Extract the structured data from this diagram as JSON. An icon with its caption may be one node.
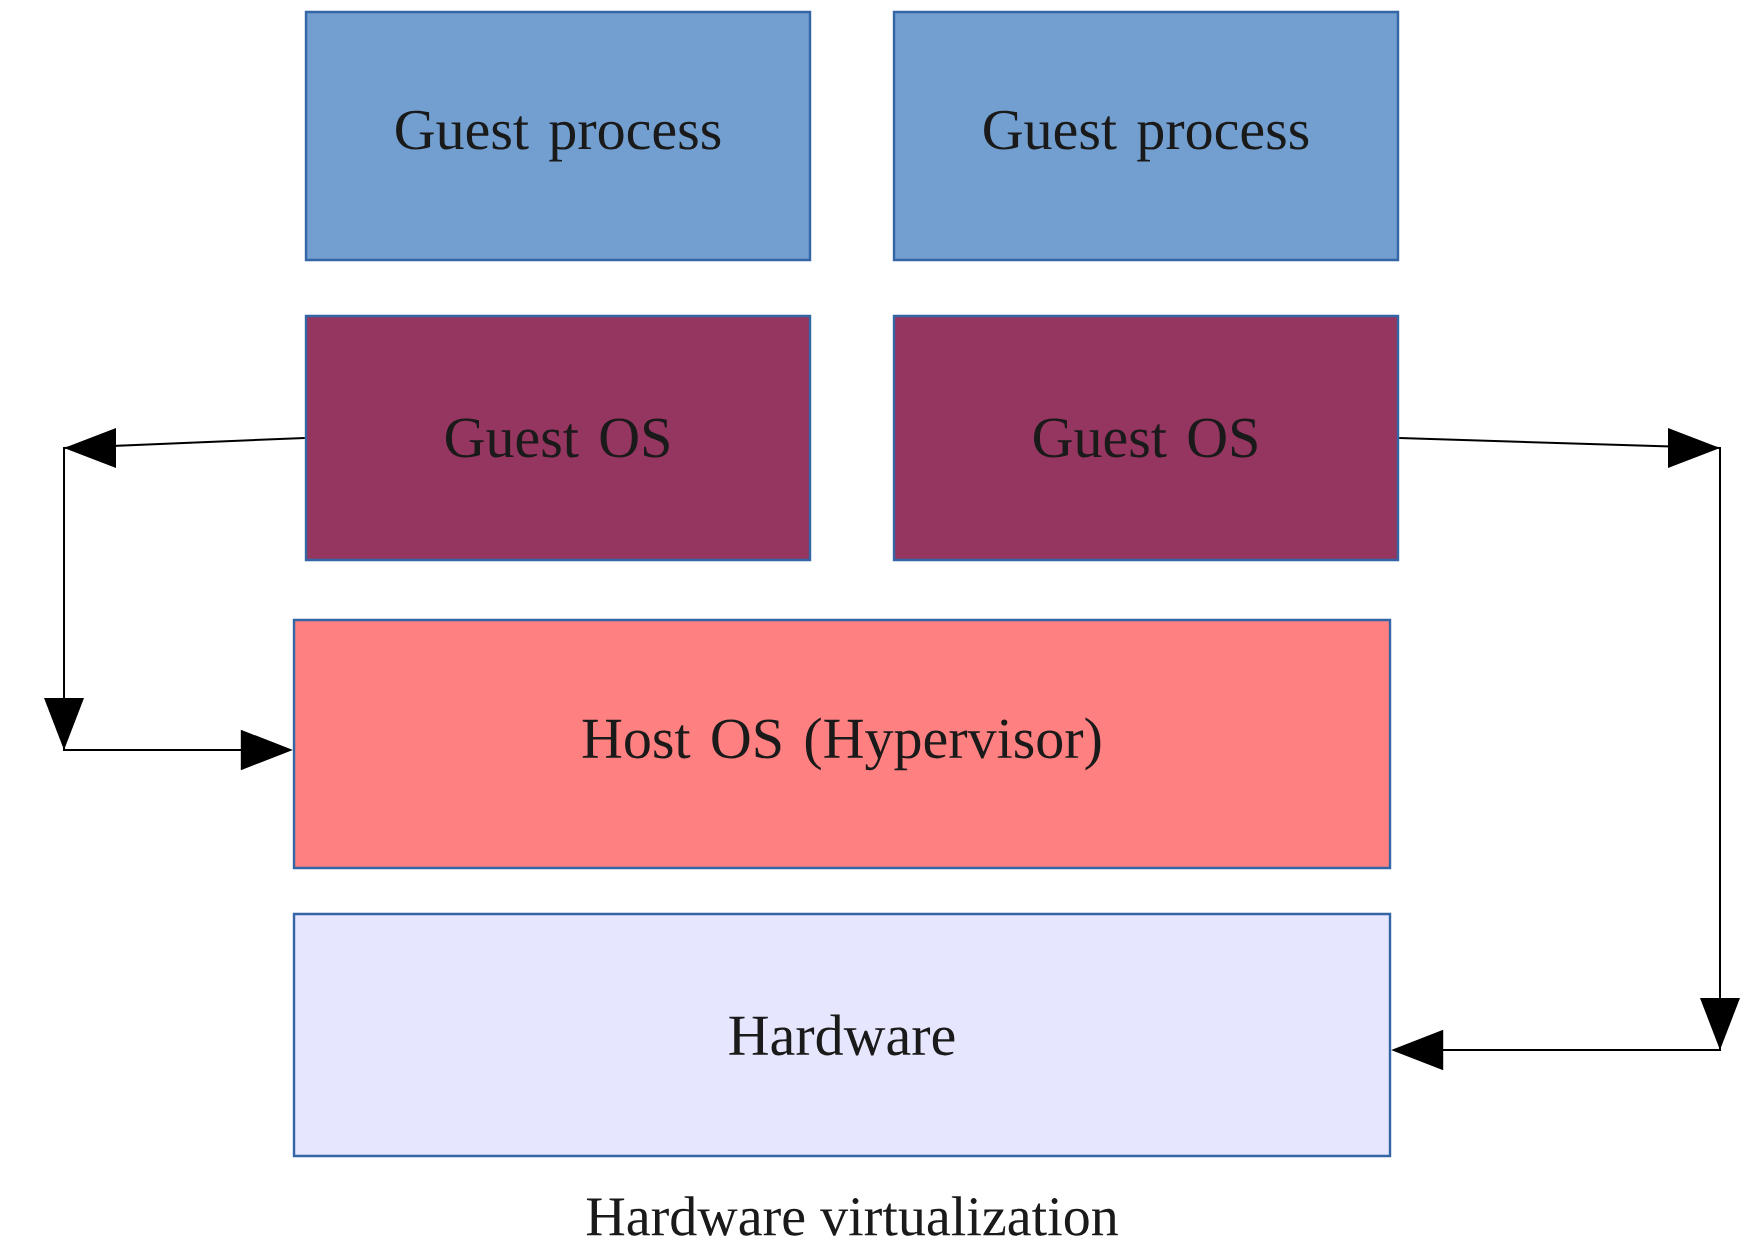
{
  "diagram": {
    "caption": "Hardware virtualization",
    "nodes": [
      {
        "text": [
          "Guest process"
        ]
      },
      {
        "text": [
          "Guest process"
        ]
      },
      {
        "text": [
          "Guest OS"
        ]
      },
      {
        "text": [
          "Guest OS"
        ]
      },
      {
        "text": [
          "Host OS (Hypervisor)"
        ]
      },
      {
        "text": [
          "Hardware"
        ]
      }
    ],
    "edges": [
      {
        "from": 2,
        "to": 4,
        "arrow": "to"
      },
      {
        "from": 3,
        "to": 5,
        "arrow": "to"
      }
    ]
  }
}
